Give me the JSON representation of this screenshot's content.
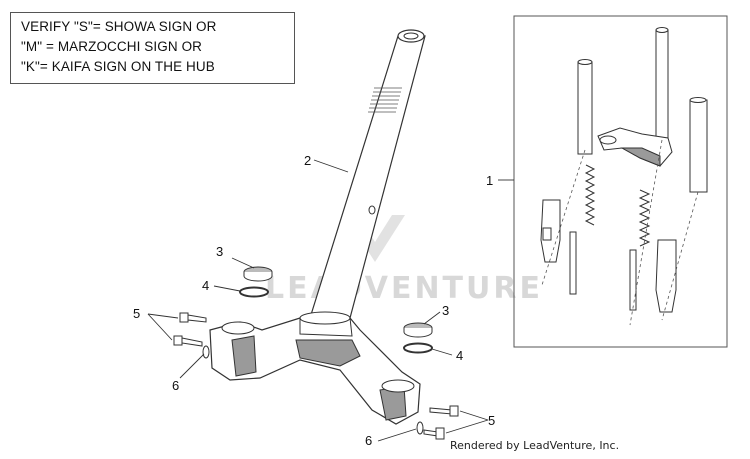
{
  "note": {
    "lines": [
      "VERIFY \"S\"= SHOWA SIGN OR",
      "\"M\" = MARZOCCHI SIGN OR",
      "\"K\"= KAIFA SIGN ON THE HUB"
    ]
  },
  "callouts": {
    "c1": "1",
    "c2": "2",
    "c3a": "3",
    "c3b": "3",
    "c4a": "4",
    "c4b": "4",
    "c5a": "5",
    "c5b": "5",
    "c6a": "6",
    "c6b": "6"
  },
  "watermark": "LEADVENTURE",
  "credit": "Rendered by LeadVenture, Inc.",
  "colors": {
    "line": "#333333",
    "fill": "#ffffff",
    "shade": "#9a9a9a",
    "watermark": "#d8d8d8"
  }
}
